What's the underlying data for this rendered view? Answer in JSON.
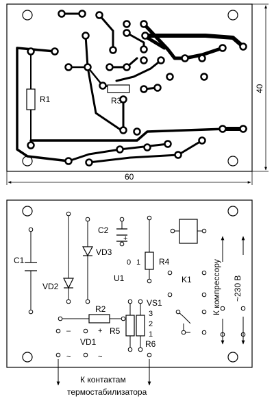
{
  "top_view": {
    "labels": {
      "r1": "R1",
      "r3": "R3"
    },
    "dim_width": "60",
    "dim_height": "40"
  },
  "bottom_view": {
    "labels": {
      "c1": "C1",
      "c2": "C2",
      "c2_plus": "+",
      "vd3": "VD3",
      "vd2": "VD2",
      "r4": "R4",
      "u1": "U1",
      "k1": "K1",
      "r2": "R2",
      "vs1": "VS1",
      "r5": "R5",
      "r6": "R6",
      "vd1": "VD1",
      "pin1": "1",
      "pin2": "2",
      "pin3": "3",
      "u1_pin1a": "0",
      "u1_pin1b": "1",
      "vd1_minus": "–",
      "vd1_plus": "+",
      "vd1_tilde1": "~",
      "vd1_tilde2": "~",
      "compressor": "К компрессору",
      "mains": "~230 В",
      "thermo_line1": "К контактам",
      "thermo_line2": "термостабилизатора"
    }
  }
}
